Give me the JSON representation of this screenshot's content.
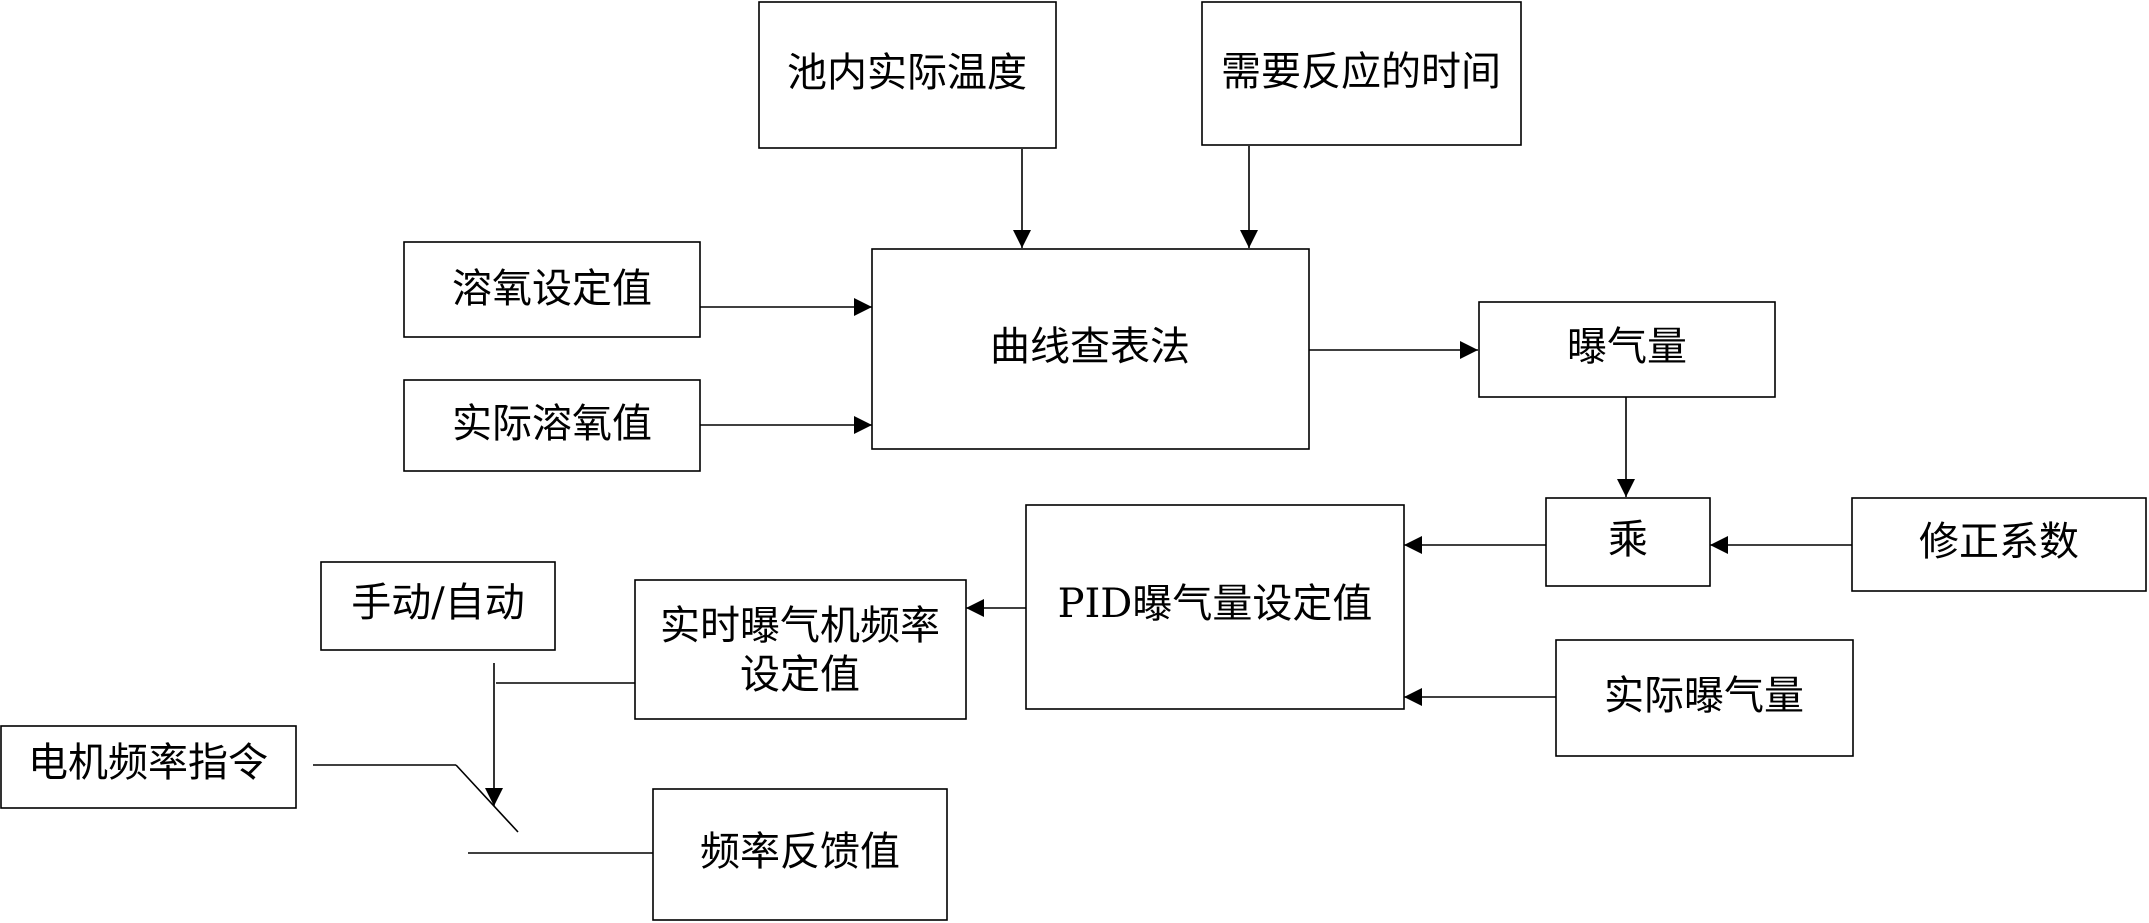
{
  "nodes": {
    "pool_temp": "池内实际温度",
    "reaction_time": "需要反应的时间",
    "do_setpoint": "溶氧设定值",
    "actual_do": "实际溶氧值",
    "curve_lookup": "曲线查表法",
    "aeration_amount": "曝气量",
    "multiply": "乘",
    "correction_factor": "修正系数",
    "pid_setpoint": "PID曝气量设定值",
    "actual_aeration": "实际曝气量",
    "blower_freq_setpoint_line1": "实时曝气机频率",
    "blower_freq_setpoint_line2": "设定值",
    "manual_auto": "手动/自动",
    "motor_freq_command": "电机频率指令",
    "freq_feedback": "频率反馈值"
  }
}
